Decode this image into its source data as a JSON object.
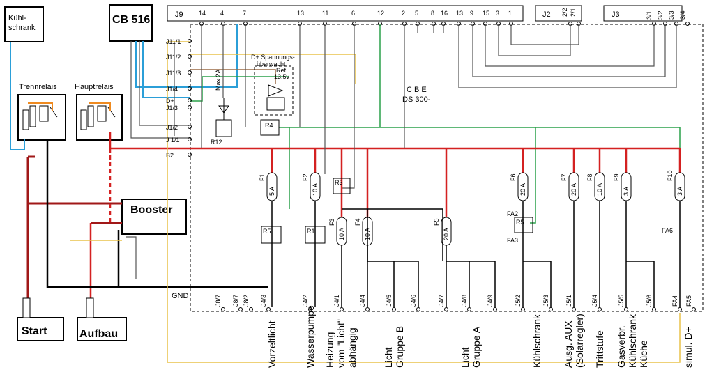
{
  "modules": {
    "kuehlschrank": "Kühl-\nschrank",
    "kuehl_line1": "Kühl-",
    "kuehl_line2": "schrank",
    "cb516": "CB 516",
    "trennrelais": "Trennrelais",
    "hauptrelais": "Hauptrelais",
    "booster": "Booster",
    "start": "Start",
    "aufbau": "Aufbau",
    "cbe_line1": "C B E",
    "cbe_line2": "DS 300-"
  },
  "connectors": {
    "j9": "J9",
    "j9_pins": [
      "14",
      "4",
      "7",
      "13",
      "11",
      "6",
      "12",
      "2",
      "5",
      "8",
      "16",
      "13",
      "9",
      "15",
      "3",
      "1"
    ],
    "j2": "J2",
    "j2_pins": [
      "2/2",
      "2/1"
    ],
    "j3": "J3",
    "j3_pins": [
      "3/1",
      "3/2",
      "3/3",
      "3/4"
    ]
  },
  "side_labels": [
    "J11/1",
    "J11/2",
    "J11/3",
    "J1/4",
    "D+",
    "J1/3",
    "J1/2",
    "J 1/1",
    "B2",
    "GND"
  ],
  "dplus_note": [
    "D+ Spannungs-",
    "überwacht"
  ],
  "ref": [
    "Ref",
    "13.5v"
  ],
  "max2a": "Max 2A",
  "relays": {
    "r12": "R12",
    "r4": "R4",
    "r5": "R5",
    "r1": "R1",
    "r3": "R3",
    "r5b": "R5"
  },
  "fuses": [
    {
      "name": "F1",
      "rating": "5 A"
    },
    {
      "name": "F2",
      "rating": "10 A"
    },
    {
      "name": "F3",
      "rating": "10 A"
    },
    {
      "name": "F4",
      "rating": "10 A"
    },
    {
      "name": "F5",
      "rating": "20 A"
    },
    {
      "name": "F6",
      "rating": "20 A"
    },
    {
      "name": "F7",
      "rating": "20 A"
    },
    {
      "name": "F8",
      "rating": "10 A"
    },
    {
      "name": "F9",
      "rating": "3 A"
    },
    {
      "name": "F10",
      "rating": "3 A"
    }
  ],
  "fa_labels": [
    "FA2",
    "FA3",
    "FA6"
  ],
  "bottom_pins": [
    "J8/7",
    "J8/7",
    "J8/2",
    "J4/3",
    "J4/2",
    "J4/1",
    "J4/4",
    "J4/5",
    "J4/6",
    "J4/7",
    "J4/8",
    "J4/9",
    "J5/2",
    "J5/3",
    "J5/1",
    "J5/4",
    "J5/5",
    "J5/6",
    "FA4",
    "FA5"
  ],
  "outputs": [
    {
      "lines": [
        "Vorzeltlicht"
      ]
    },
    {
      "lines": [
        "Wasserpumpe"
      ]
    },
    {
      "lines": [
        "Heizung",
        "vom \"Licht\"",
        "abhängig"
      ]
    },
    {
      "lines": [
        "Licht",
        "Gruppe B"
      ]
    },
    {
      "lines": [
        "Licht",
        "Gruppe A"
      ]
    },
    {
      "lines": [
        "Kühlschrank"
      ]
    },
    {
      "lines": [
        "Ausg. AUX",
        "(Solarregler)"
      ]
    },
    {
      "lines": [
        "Trittstufe"
      ]
    },
    {
      "lines": [
        "Gasverbr.",
        "Kühlschrank",
        "Küche"
      ]
    },
    {
      "lines": [
        "simul. D+"
      ]
    }
  ],
  "colors": {
    "red": "#d42121",
    "darkred": "#a01818",
    "green": "#2aa14a",
    "blue": "#2b9fd8",
    "yellow": "#e8c24a",
    "brown": "#9a6a45",
    "orange": "#ef8a1f"
  }
}
